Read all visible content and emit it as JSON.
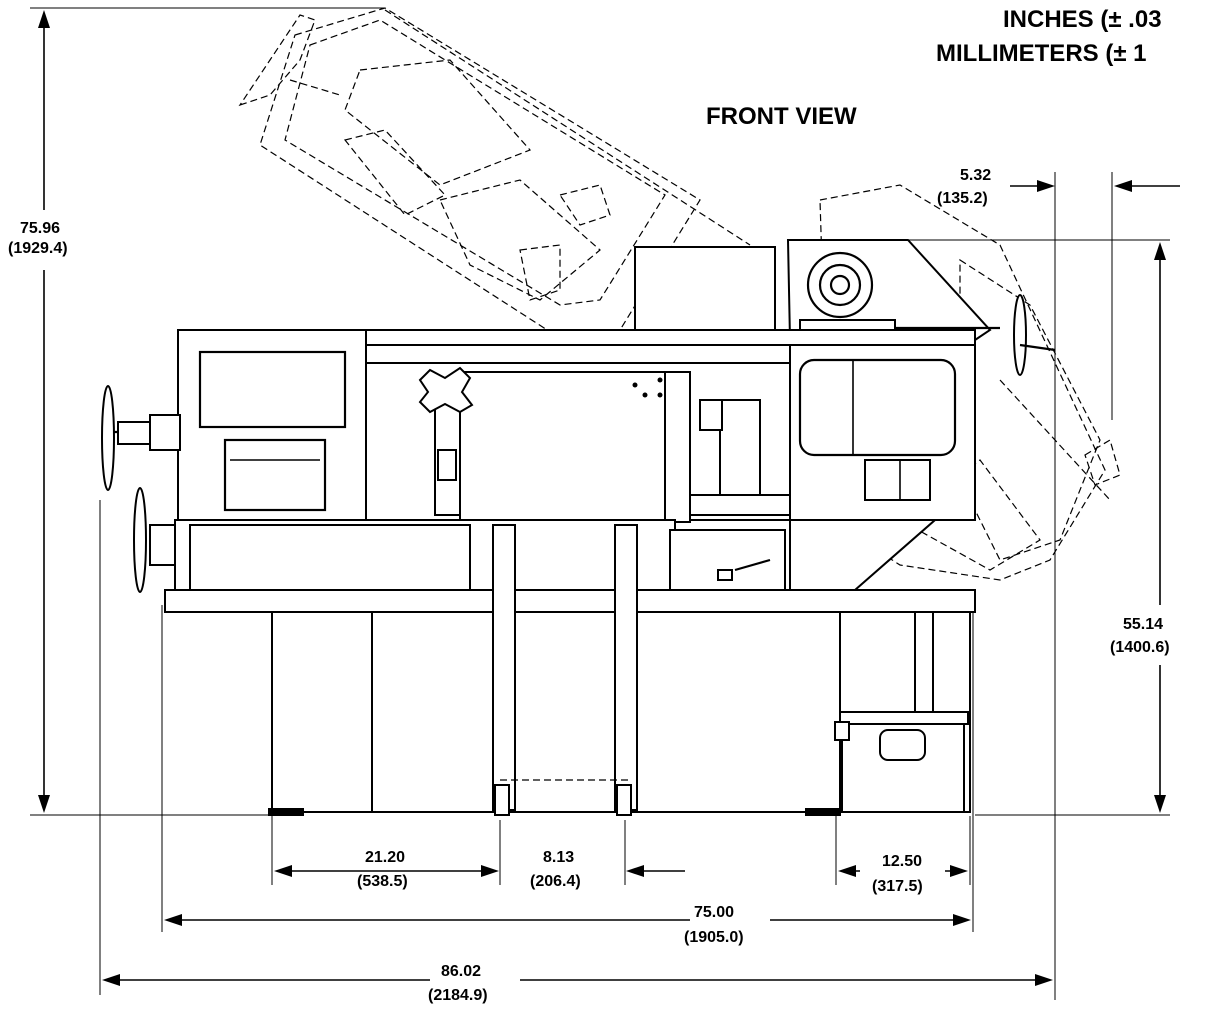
{
  "header": {
    "tolerance_inches": "INCHES (± .03",
    "tolerance_mm": "MILLIMETERS (± 1",
    "view_title": "FRONT VIEW"
  },
  "dimensions": {
    "overall_height": {
      "in": "75.96",
      "mm": "(1929.4)"
    },
    "head_offset": {
      "in": "5.32",
      "mm": "(135.2)"
    },
    "table_height": {
      "in": "55.14",
      "mm": "(1400.6)"
    },
    "leg_spacing": {
      "in": "21.20",
      "mm": "(538.5)"
    },
    "stand_gap": {
      "in": "8.13",
      "mm": "(206.4)"
    },
    "right_leg_offset": {
      "in": "12.50",
      "mm": "(317.5)"
    },
    "base_width": {
      "in": "75.00",
      "mm": "(1905.0)"
    },
    "overall_width": {
      "in": "86.02",
      "mm": "(2184.9)"
    }
  }
}
